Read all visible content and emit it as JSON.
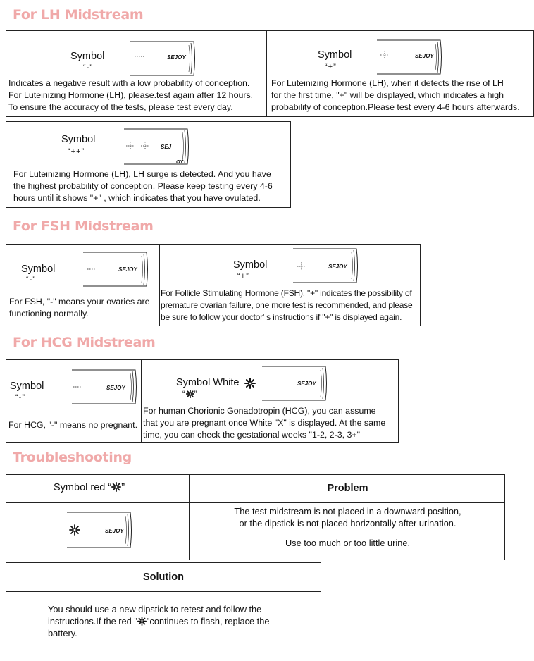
{
  "brand": "SEJOY",
  "brand_split": {
    "left": "SEJ",
    "right": "OY"
  },
  "sections": {
    "lh": {
      "title": "For LH Midstream",
      "negative": {
        "symbol_label": "Symbol",
        "symbol_code": "“-”",
        "desc": [
          "Indicates a negative result with a low probability of conception.",
          "For Luteinizing Hormone (LH), please.test again after 12 hours.",
          "To ensure the accuracy of the tests, please test every day."
        ]
      },
      "positive": {
        "symbol_label": "Symbol",
        "symbol_code": "“+”",
        "desc": [
          "For Luteinizing Hormone (LH), when it detects the rise of LH",
          "for the first time, \"+\" will be displayed, which indicates a high",
          "probability of conception.Please test every 4-6 hours afterwards."
        ]
      },
      "surge": {
        "symbol_label": "Symbol",
        "symbol_code": "“++”",
        "desc": [
          "For Luteinizing Hormone (LH), LH surge is detected. And you have",
          "the highest probability of conception. Please keep testing every 4-6",
          "hours until it shows \"+\" , which indicates that you have ovulated."
        ]
      }
    },
    "fsh": {
      "title": "For FSH Midstream",
      "negative": {
        "symbol_label": "Symbol",
        "symbol_code": "“-”",
        "desc": [
          "For FSH, \"-\" means your ovaries are",
          "functioning normally."
        ]
      },
      "positive": {
        "symbol_label": "Symbol",
        "symbol_code": "“+”",
        "desc": [
          "For Follicle Stimulating Hormone (FSH), \"+\" indicates the possibility of",
          "premature ovarian failure, one more test is recommended, and please",
          "be sure to follow your doctor' s instructions if \"+\" is displayed again."
        ]
      }
    },
    "hcg": {
      "title": "For HCG Midstream",
      "negative": {
        "symbol_label": "Symbol",
        "symbol_code": "“-”",
        "desc": [
          "For HCG, \"-\" means no pregnant."
        ]
      },
      "positive": {
        "symbol_label": "Symbol White",
        "symbol_code_left": "“",
        "symbol_code_right": "”",
        "desc": [
          "For human Chorionic Gonadotropin (HCG), you can assume",
          "that you are pregnant once White \"X\" is displayed. At the same",
          "time, you can check the gestational weeks \"1-2, 2-3, 3+\""
        ]
      }
    },
    "troubleshooting": {
      "title": "Troubleshooting",
      "symbol_header_left": "Symbol red “",
      "symbol_header_right": "”",
      "problem_header": "Problem",
      "problems": [
        [
          "The test midstream is not placed in a downward position,",
          "or the dipstick is not placed horizontally after urination."
        ],
        [
          "Use too much or too little urine."
        ]
      ],
      "solution_header": "Solution",
      "solution": {
        "line1": "You should use a new dipstick to retest and follow the",
        "line2_left": "instructions.If the red \"",
        "line2_right": "\"continues to flash, replace the",
        "line3": "battery."
      }
    }
  },
  "colors": {
    "title": "#f0a9a9",
    "border": "#222222"
  }
}
